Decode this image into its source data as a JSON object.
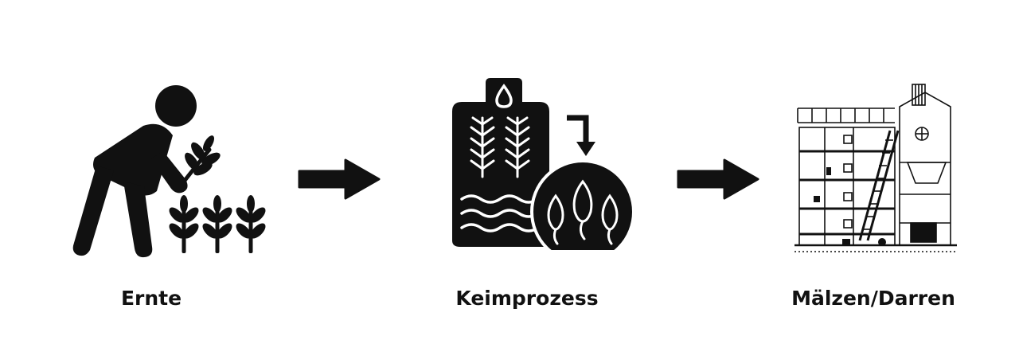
{
  "steps": [
    {
      "label": "Ernte",
      "icon": "harvest-person-icon"
    },
    {
      "label": "Keimprozess",
      "icon": "germination-icon"
    },
    {
      "label": "Mälzen/Darren",
      "icon": "malting-house-icon"
    }
  ],
  "arrows": [
    {
      "icon": "arrow-right-icon"
    },
    {
      "icon": "arrow-right-icon"
    }
  ],
  "colors": {
    "icon": "#111111",
    "background": "#ffffff"
  }
}
